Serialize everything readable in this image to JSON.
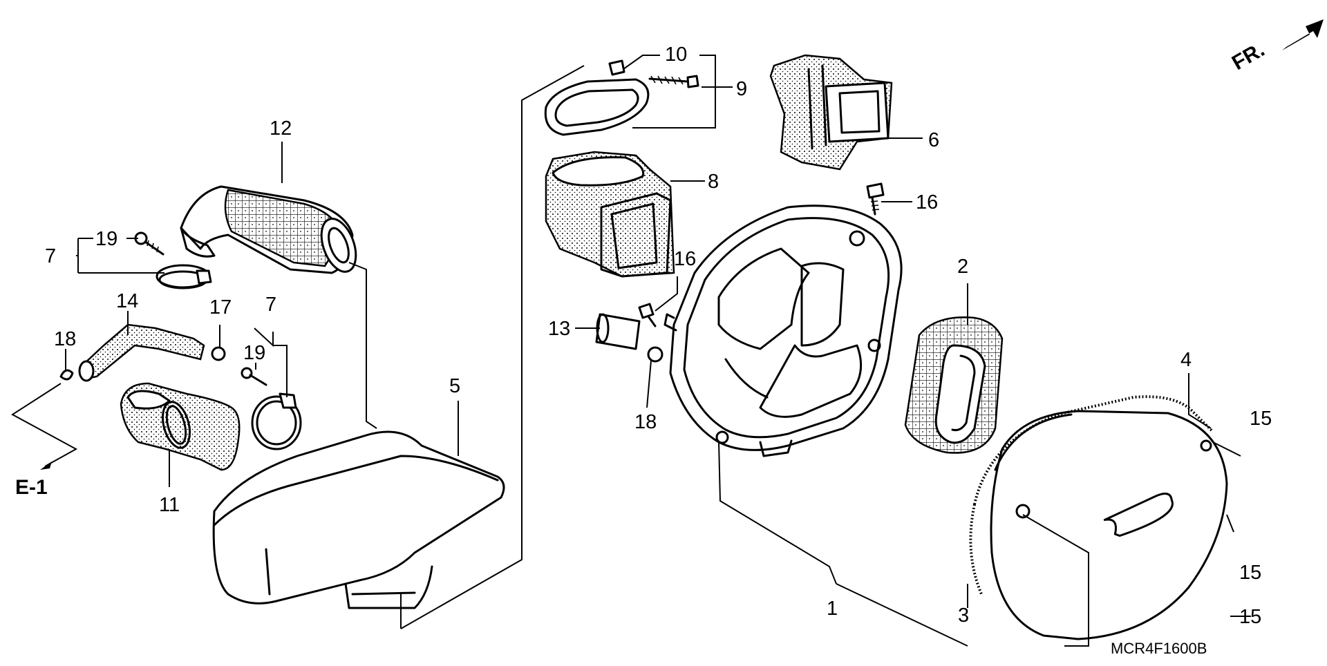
{
  "diagram": {
    "direction_label": "FR.",
    "reference_label": "E-1",
    "code": "MCR4F1600B",
    "callouts": [
      "10",
      "9",
      "6",
      "8",
      "16",
      "16",
      "2",
      "4",
      "15",
      "15",
      "15",
      "1",
      "3",
      "13",
      "18",
      "12",
      "7",
      "19",
      "14",
      "17",
      "18",
      "7",
      "19",
      "11",
      "5"
    ]
  }
}
